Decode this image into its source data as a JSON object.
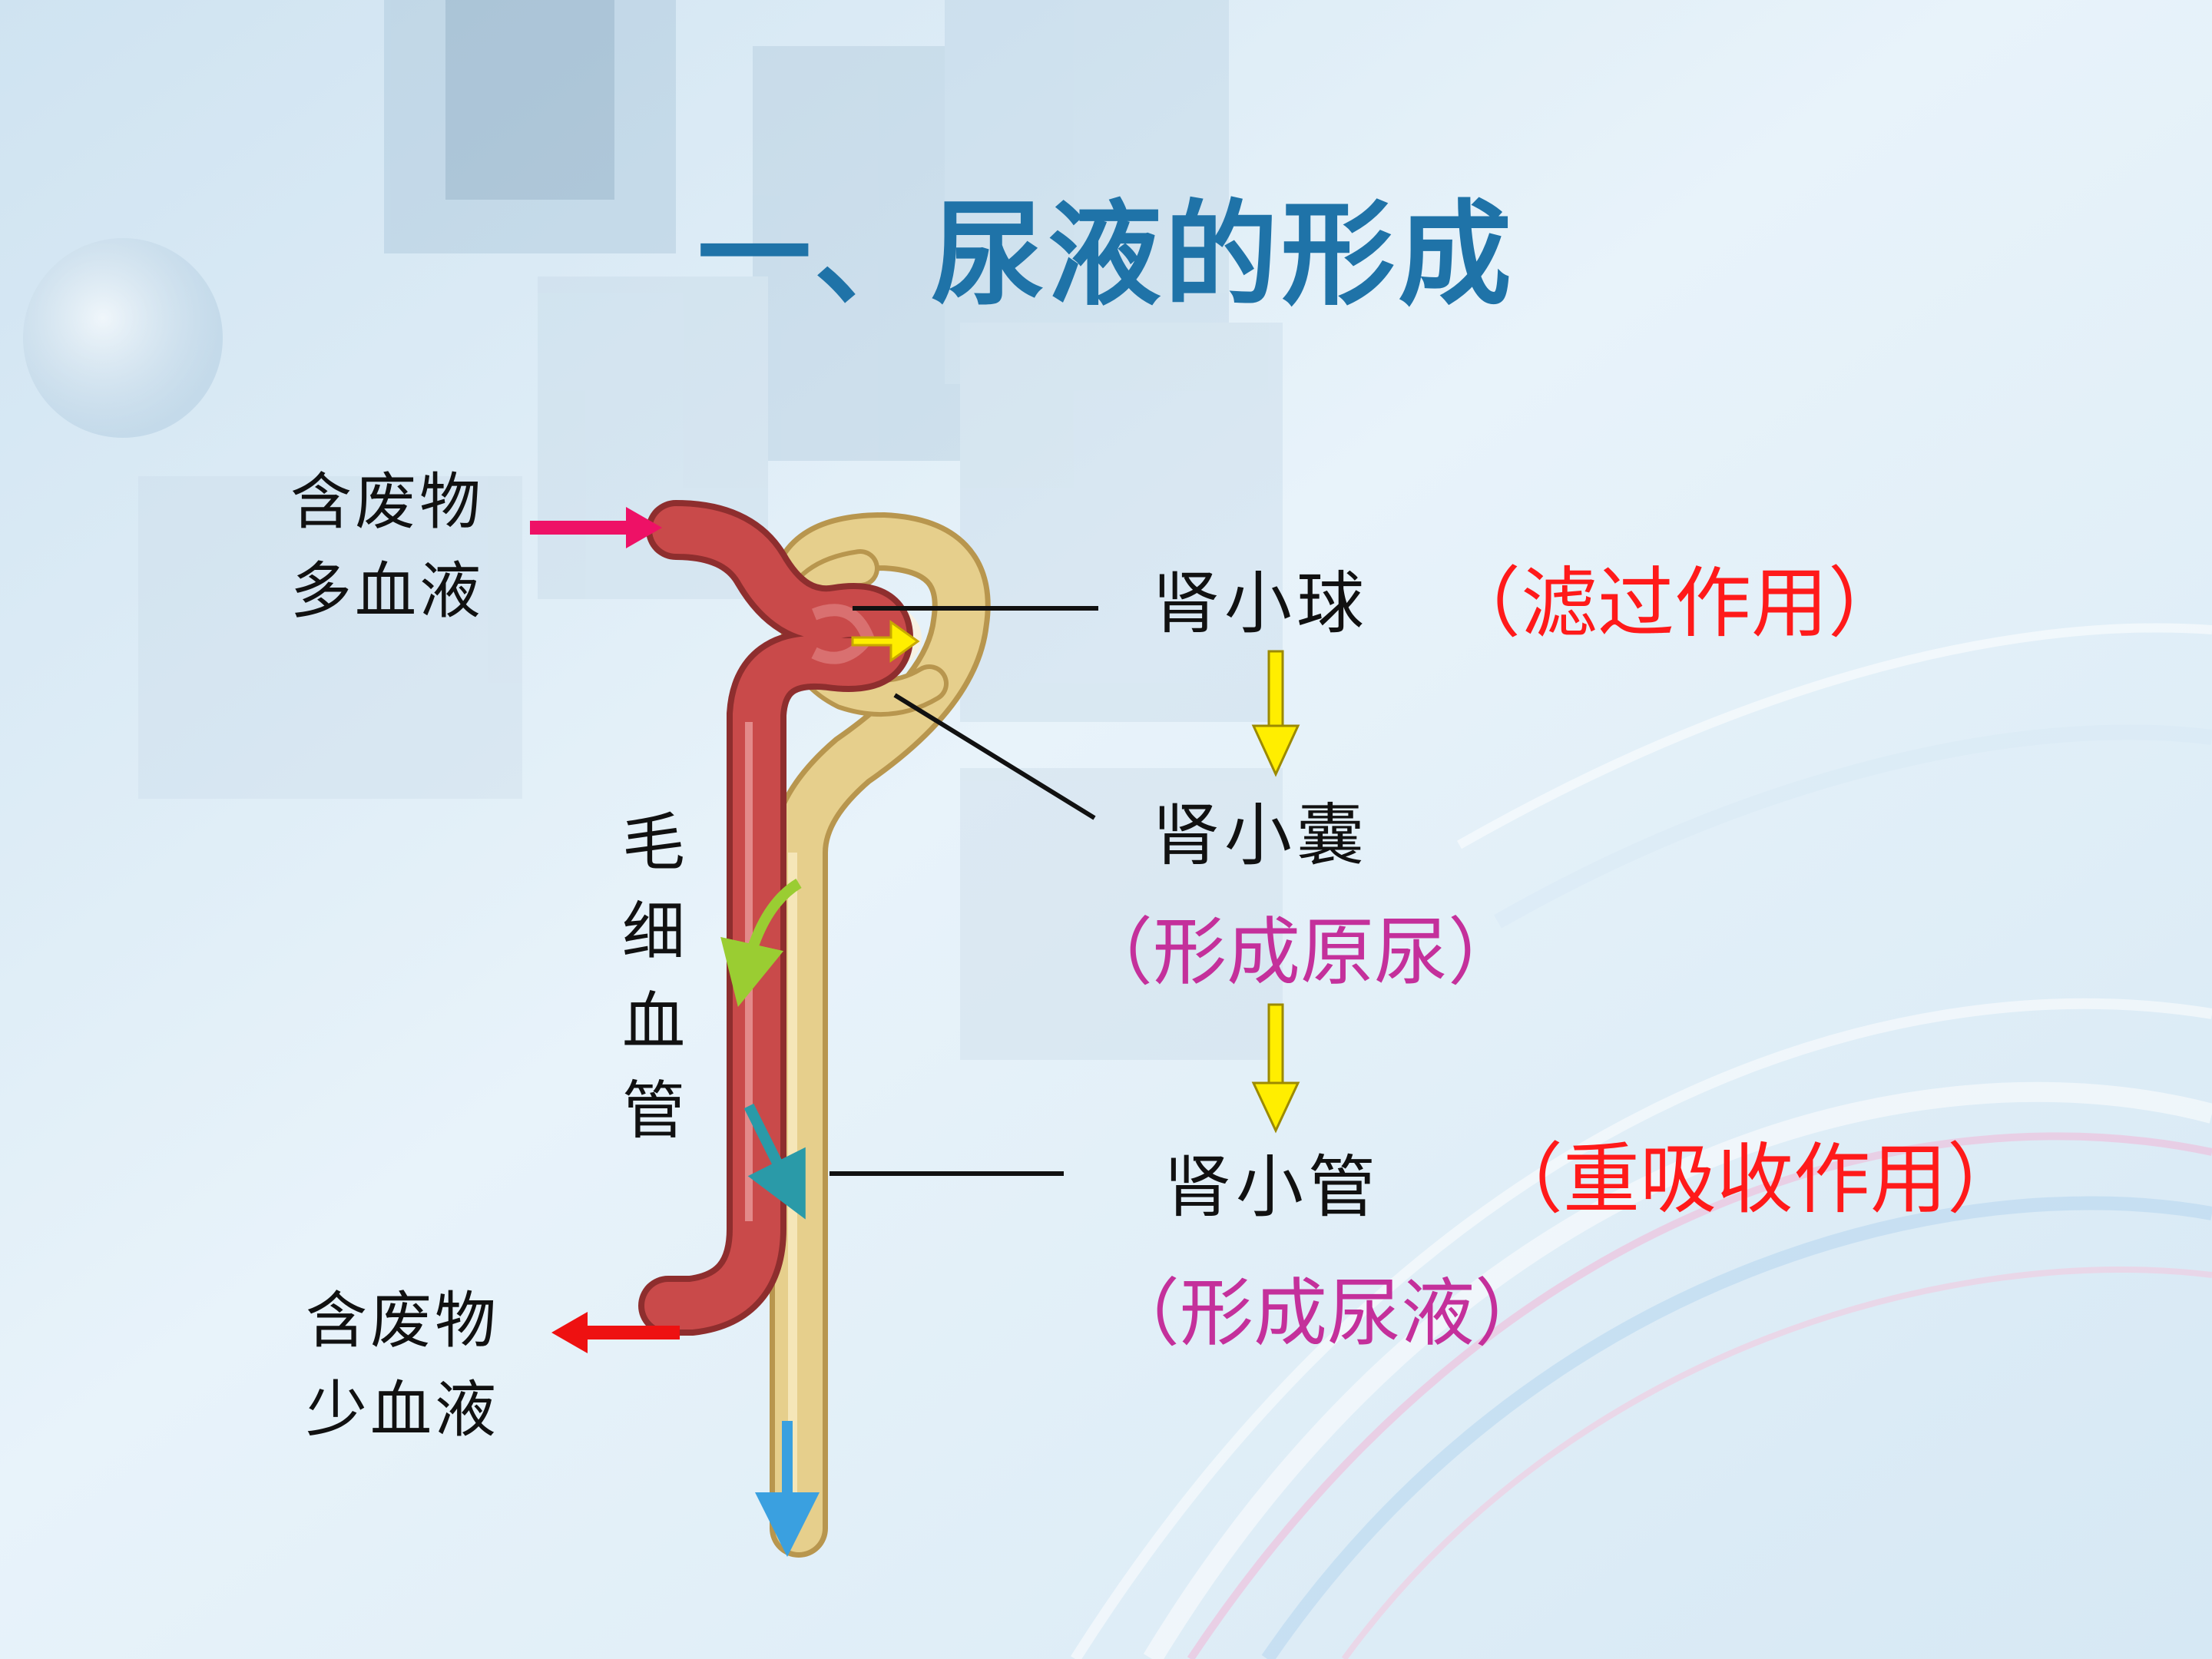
{
  "title": "一、尿液的形成",
  "labels": {
    "inflow_line1": "含废物",
    "inflow_line2": "多血液",
    "outflow_line1": "含废物",
    "outflow_line2": "少血液",
    "capillary": [
      "毛",
      "细",
      "血",
      "管"
    ],
    "glomerulus": "肾小球",
    "glomerulus_note": "（滤过作用）",
    "capsule": "肾小囊",
    "capsule_note": "（形成原尿）",
    "tubule": "肾小管",
    "tubule_note": "（重吸收作用）",
    "tubule_result": "（形成尿液）"
  },
  "colors": {
    "title": "#1f73a8",
    "vessel": "#c94a4a",
    "tubule": "#e6cf8c",
    "filtration_note": "#ff1a1a",
    "result_note": "#c4309b",
    "flow_arrow": "#ffee00",
    "inflow_arrow": "#ee1166",
    "outflow_arrow": "#ee1111"
  }
}
